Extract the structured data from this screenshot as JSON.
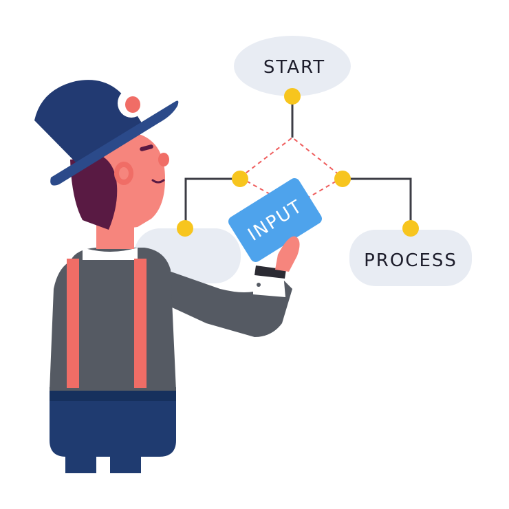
{
  "flowchart": {
    "start_label": "START",
    "input_label": "INPUT",
    "process_label": "PROCESS"
  },
  "colors": {
    "node_fill": "#e8ecf3",
    "connector": "#f7c51e",
    "line": "#3c3d45",
    "dashed_line": "#ef5d5d",
    "tablet": "#4ea3ec",
    "hat": "#223a72",
    "shirt": "#555a63",
    "suspenders": "#f06d66",
    "trousers": "#1f3b70",
    "skin": "#f6857d",
    "hair": "#591a43"
  },
  "icons": [
    "person-icon",
    "hat-icon",
    "tablet-icon"
  ]
}
